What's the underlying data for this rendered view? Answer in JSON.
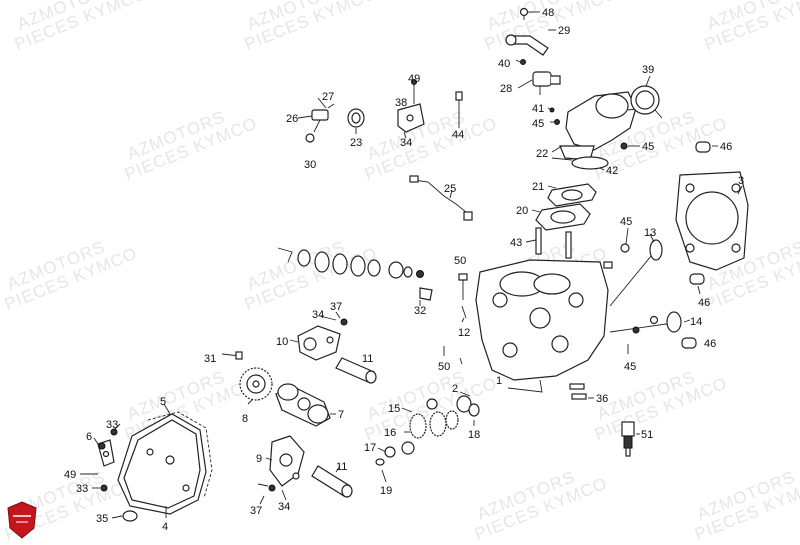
{
  "watermark": {
    "line1": "AZMOTORS",
    "line2": "PIECES KYMCO"
  },
  "parts": [
    {
      "label": "48"
    },
    {
      "label": "29"
    },
    {
      "label": "40"
    },
    {
      "label": "28"
    },
    {
      "label": "39"
    },
    {
      "label": "41"
    },
    {
      "label": "45"
    },
    {
      "label": "45"
    },
    {
      "label": "46"
    },
    {
      "label": "22"
    },
    {
      "label": "42"
    },
    {
      "label": "3"
    },
    {
      "label": "21"
    },
    {
      "label": "20"
    },
    {
      "label": "49"
    },
    {
      "label": "27"
    },
    {
      "label": "38"
    },
    {
      "label": "26"
    },
    {
      "label": "23"
    },
    {
      "label": "44"
    },
    {
      "label": "34"
    },
    {
      "label": "30"
    },
    {
      "label": "25"
    },
    {
      "label": "45"
    },
    {
      "label": "13"
    },
    {
      "label": "43"
    },
    {
      "label": "50"
    },
    {
      "label": "46"
    },
    {
      "label": "32"
    },
    {
      "label": "37"
    },
    {
      "label": "34"
    },
    {
      "label": "12"
    },
    {
      "label": "14"
    },
    {
      "label": "10"
    },
    {
      "label": "46"
    },
    {
      "label": "31"
    },
    {
      "label": "11"
    },
    {
      "label": "50"
    },
    {
      "label": "45"
    },
    {
      "label": "1"
    },
    {
      "label": "2"
    },
    {
      "label": "36"
    },
    {
      "label": "5"
    },
    {
      "label": "8"
    },
    {
      "label": "7"
    },
    {
      "label": "15"
    },
    {
      "label": "16"
    },
    {
      "label": "18"
    },
    {
      "label": "33"
    },
    {
      "label": "6"
    },
    {
      "label": "17"
    },
    {
      "label": "51"
    },
    {
      "label": "9"
    },
    {
      "label": "11"
    },
    {
      "label": "49"
    },
    {
      "label": "33"
    },
    {
      "label": "19"
    },
    {
      "label": "35"
    },
    {
      "label": "4"
    },
    {
      "label": "37"
    },
    {
      "label": "34"
    }
  ],
  "colors": {
    "line": "#222222",
    "watermark": "#e6e6e6",
    "brand_red": "#c4161c"
  },
  "logo": {
    "icon": "kymco-shield-icon"
  }
}
